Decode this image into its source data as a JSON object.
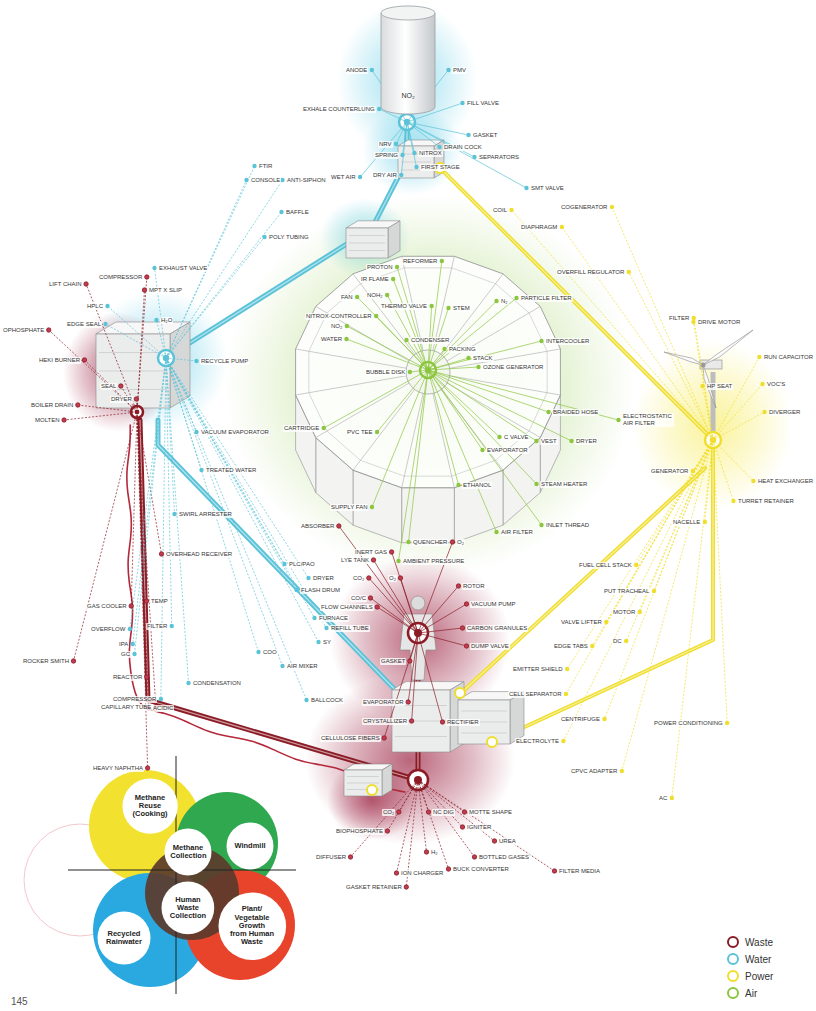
{
  "diagram": {
    "nodes": [
      {
        "text": [
          "NO₂"
        ]
      },
      {
        "text": [
          "Methane Reuse (Cooking)"
        ]
      },
      {
        "text": [
          "Methane Collection"
        ]
      },
      {
        "text": [
          "Windmill"
        ]
      },
      {
        "text": [
          "Recycled Rainwater"
        ]
      },
      {
        "text": [
          "Human Waste Collection"
        ]
      },
      {
        "text": [
          "Plant/ Vegetable Growth from Human Waste"
        ]
      }
    ],
    "labels": [
      "145",
      "ANODE",
      "PMV",
      "EXHALE COUNTERLUNG",
      "FILL VALVE",
      "GASKET",
      "NRV",
      "SPRING",
      "DRAIN COCK",
      "SEPARATORS",
      "NITROX",
      "WET AIR",
      "DRY AIR",
      "FIRST STAGE",
      "FTIR",
      "CONSOLE",
      "ANTI-SIPHON",
      "BAFFLE",
      "POLY TUBING",
      "SMT VALVE",
      "COIL",
      "COGENERATOR",
      "DIAPHRAGM",
      "OVERFILL REGULATOR",
      "PARTICLE FILTER",
      "REFORMER",
      "PROTON",
      "IR FLAME",
      "FAN",
      "NOH₂",
      "THERMO VALVE",
      "STEM",
      "N₂",
      "NITROX-CONTROLLER",
      "NO₂",
      "WATER",
      "CONDENSER",
      "PACKING",
      "STACK",
      "INTERCOOLER",
      "OZONE GENERATOR",
      "BUBBLE DISK",
      "CARTRIDGE",
      "PVC TEE",
      "EVAPORATOR",
      "C VALVE",
      "VEST",
      "DRYER",
      "BRAIDED HOSE",
      "ELECTROSTATIC AIR FILTER",
      "SUPPLY FAN",
      "ETHANOL",
      "STEAM HEATER",
      "QUENCHER",
      "INLET THREAD",
      "AIR FILTER",
      "INERT GAS",
      "AMBIENT PRESSURE",
      "O₂",
      "OPHOSPHATE",
      "LIFT CHAIN",
      "COMPRESSOR",
      "EXHAUST VALVE",
      "MPT X SLIP",
      "HPLC",
      "H₂O",
      "EDGE SEAL",
      "RECYCLE PUMP",
      "HEKI BURNER",
      "SEAL",
      "BOILER DRAIN",
      "DRYER",
      "MOLTEN",
      "VACUUM EVAPORATOR",
      "TREATED WATER",
      "SWIRL ARRESTER",
      "FILTER",
      "DRIVE MOTOR",
      "RUN CAPACITOR",
      "HP SEAT",
      "VOC'S",
      "DIVERGER",
      "GENERATOR",
      "HEAT EXCHANGER",
      "TURRET RETAINER",
      "NACELLE",
      "FUEL CELL STACK",
      "PUT TRACHEAL",
      "MOTOR",
      "VALVE LIFTER",
      "DC",
      "EDGE TABS",
      "EMITTER SHIELD",
      "CELL SEPARATOR",
      "CENTRIFUGE",
      "POWER CONDITIONING",
      "ELECTROLYTE",
      "CPVC ADAPTER",
      "AC",
      "ABSORBER",
      "LYE TANK",
      "CO₂",
      "O₂",
      "ROTOR",
      "VACUUM PUMP",
      "CO/C",
      "CARBON GRANULES",
      "DUMP VALVE",
      "GASKET",
      "FLOW CHANNELS",
      "OVERHEAD RECEIVER",
      "PLC/PAO",
      "DRYER",
      "FLASH DRUM",
      "FURNACE",
      "REFILL TUBE",
      "TEMP",
      "GAS COOLER",
      "FILTER",
      "OVERFLOW",
      "IPA",
      "GC",
      "ROCKER SMITH",
      "REACTOR",
      "COO",
      "SY",
      "AIR MIXER",
      "CONDENSATION",
      "COMPRESSOR",
      "BALLCOCK",
      "EVAPORATOR",
      "CRYSTALLIZER",
      "RECTIFIER",
      "CELLULOSE FIBERS",
      "CAPILLARY TUBE",
      "ACIDIC",
      "HEAVY NAPHTHA",
      "BIOPHOSPHATE",
      "DIFFUSER",
      "GASKET RETAINER",
      "ION CHARGER",
      "CO₂",
      "NC DIG",
      "MOTTE SHAPE",
      "IGNITER",
      "UREA",
      "BOTTLED GASES",
      "BUCK CONVERTER",
      "H₂",
      "FILTER MEDIA"
    ],
    "legend": [
      {
        "text": "Waste",
        "color": "#8b1c26"
      },
      {
        "text": "Water",
        "color": "#5bc3d8"
      },
      {
        "text": "Power",
        "color": "#f0de2c"
      },
      {
        "text": "Air",
        "color": "#8cc63f"
      }
    ]
  }
}
